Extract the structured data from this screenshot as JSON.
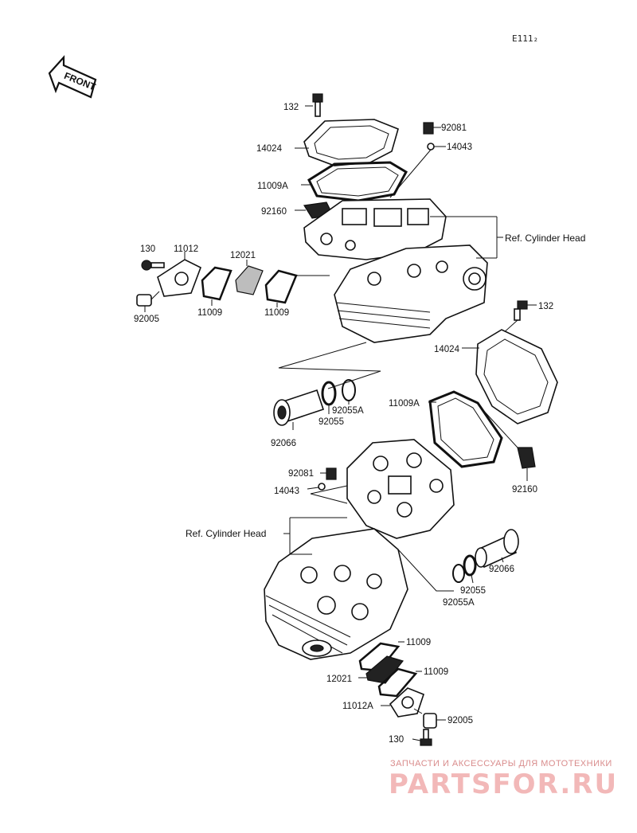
{
  "figure_code": "E111₂",
  "front_label": "FRONT",
  "ref_cylinder_head": "Ref. Cylinder Head",
  "labels": {
    "p132_top": "132",
    "p14024_top": "14024",
    "p11009A_top": "11009A",
    "p92160_top": "92160",
    "p92081_top": "92081",
    "p14043_top": "14043",
    "p130_left": "130",
    "p11012": "11012",
    "p12021_top": "12021",
    "p11009_left1": "11009",
    "p11009_left2": "11009",
    "p92005_left": "92005",
    "p132_right": "132",
    "p14024_right": "14024",
    "p11009A_right": "11009A",
    "p92160_right": "92160",
    "p92055A_mid": "92055A",
    "p92055_mid": "92055",
    "p92066_mid": "92066",
    "p92081_mid": "92081",
    "p14043_mid": "14043",
    "p92066_right": "92066",
    "p92055_right": "92055",
    "p92055A_right": "92055A",
    "p11009_bot1": "11009",
    "p12021_bot": "12021",
    "p11009_bot2": "11009",
    "p11012A": "11012A",
    "p92005_bot": "92005",
    "p130_bot": "130"
  },
  "watermark": {
    "caption": "ЗАПЧАСТИ И АКСЕССУАРЫ ДЛЯ МОТОТЕХНИКИ",
    "brand": "PARTSFOR.RU"
  },
  "colors": {
    "ink": "#111111",
    "watermark": "#f2b8b8"
  }
}
